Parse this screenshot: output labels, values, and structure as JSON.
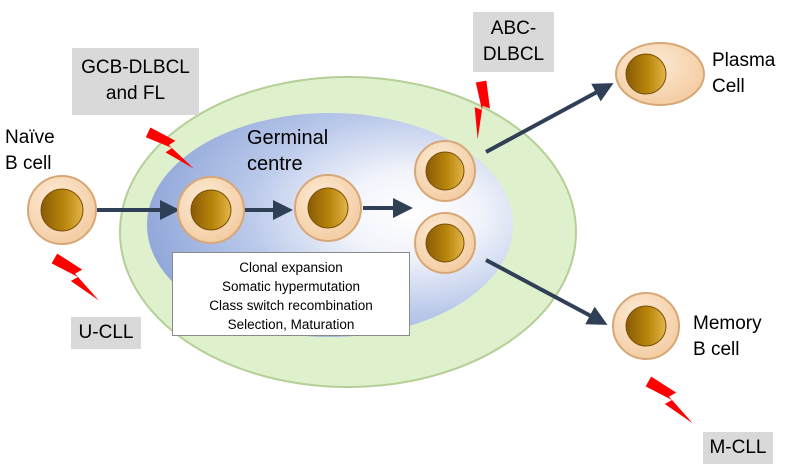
{
  "labels": {
    "naive": "Naïve\nB cell",
    "germinal": "Germinal\ncentre",
    "plasma": "Plasma\nCell",
    "memory": "Memory\nB cell"
  },
  "lymphomas": {
    "gcb": "GCB-DLBCL\nand FL",
    "abc": "ABC-\nDLBCL",
    "ucll": "U-CLL",
    "mcll": "M-CLL"
  },
  "process_steps": [
    "Clonal expansion",
    "Somatic hypermutation",
    "Class switch recombination",
    "Selection, Maturation"
  ],
  "colors": {
    "germinal_outer": "#dff0cc",
    "germinal_outer_stroke": "#b5cf97",
    "germinal_core": "#8fa8da",
    "cell_outer": "#f8d9b6",
    "cell_outer_stroke": "#d7a777",
    "nucleus": "#b8860b",
    "arrow": "#2f3f55",
    "lightning": "#ff0000",
    "label_box": "#d9d9d9"
  }
}
